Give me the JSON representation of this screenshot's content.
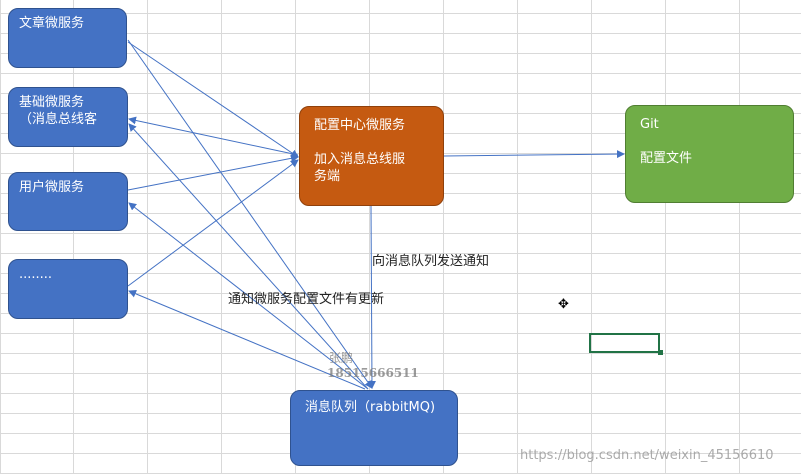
{
  "nodes": {
    "article_service": "文章微服务",
    "base_service": [
      "基础微服务",
      "（消息总线客"
    ],
    "user_service": "用户微服务",
    "more_service": "........",
    "config_center": [
      "配置中心微服务",
      "",
      "加入消息总线服",
      "务端"
    ],
    "git_config": [
      "Git",
      "",
      "配置文件"
    ],
    "message_queue": "消息队列（rabbitMQ)"
  },
  "labels": {
    "send_notice": "向消息队列发送通知",
    "notify_update": "通知微服务配置文件有更新"
  },
  "watermark": {
    "name": "张鹏",
    "phone": "18515666511",
    "blog": "https://blog.csdn.net/weixin_45156610"
  },
  "colors": {
    "microservice": "#4472c4",
    "config_center": "#c55a11",
    "git": "#70ad47",
    "arrow": "#4472c4",
    "grid": "#d9d9d9"
  },
  "icons": [
    "cell-cursor-icon"
  ]
}
